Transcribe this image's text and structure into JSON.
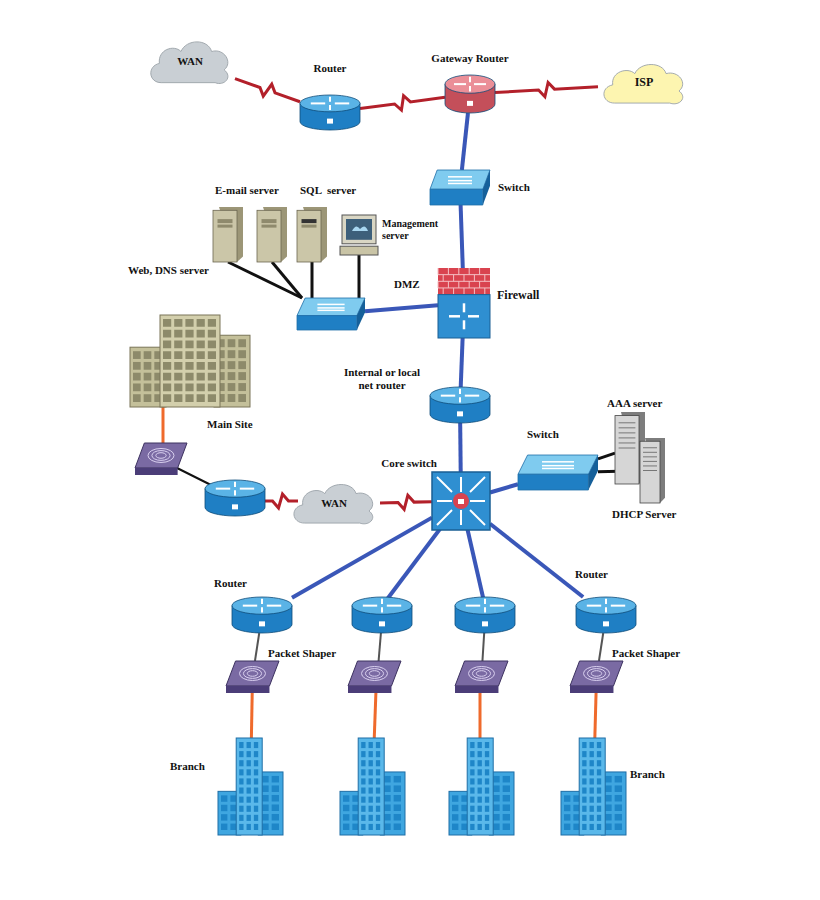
{
  "diagram": {
    "nodes": [
      {
        "text": [
          "WAN"
        ]
      },
      {
        "text": [
          "Router"
        ]
      },
      {
        "text": [
          "Gateway Router"
        ]
      },
      {
        "text": [
          "ISP"
        ]
      },
      {
        "text": [
          "Switch"
        ]
      },
      {
        "text": [
          "Web, DNS server"
        ]
      },
      {
        "text": [
          "E-mail server"
        ]
      },
      {
        "text": [
          "SQL  server"
        ]
      },
      {
        "text": [
          "Management server"
        ]
      },
      {
        "text": [
          "DMZ"
        ]
      },
      {
        "text": [
          "Firewall"
        ]
      },
      {
        "text": [
          "Internal or local net router"
        ]
      },
      {
        "text": [
          "Main Site"
        ]
      },
      {
        "text": [
          "WAN"
        ]
      },
      {
        "text": [
          "Core switch"
        ]
      },
      {
        "text": [
          "Switch"
        ]
      },
      {
        "text": [
          "AAA server"
        ]
      },
      {
        "text": [
          "DHCP Server"
        ]
      },
      {
        "text": [
          "Router"
        ]
      },
      {
        "text": [
          "Packet Shaper"
        ]
      },
      {
        "text": [
          "Branch"
        ]
      },
      {
        "text": [
          "Router"
        ]
      },
      {
        "text": [
          "Packet Shaper"
        ]
      },
      {
        "text": [
          "Branch"
        ]
      }
    ],
    "edges": [
      {
        "from": 0,
        "to": 1,
        "arrow": "none"
      },
      {
        "from": 1,
        "to": 2,
        "arrow": "none"
      },
      {
        "from": 2,
        "to": 3,
        "arrow": "none"
      },
      {
        "from": 2,
        "to": 4,
        "arrow": "none"
      },
      {
        "from": 4,
        "to": 10,
        "arrow": "none"
      },
      {
        "from": 10,
        "to": 9,
        "arrow": "none"
      },
      {
        "from": 9,
        "to": 5,
        "arrow": "none"
      },
      {
        "from": 9,
        "to": 6,
        "arrow": "none"
      },
      {
        "from": 9,
        "to": 7,
        "arrow": "none"
      },
      {
        "from": 9,
        "to": 8,
        "arrow": "none"
      },
      {
        "from": 10,
        "to": 11,
        "arrow": "none"
      },
      {
        "from": 11,
        "to": 14,
        "arrow": "none"
      },
      {
        "from": 14,
        "to": 15,
        "arrow": "none"
      },
      {
        "from": 15,
        "to": 16,
        "arrow": "none"
      },
      {
        "from": 15,
        "to": 17,
        "arrow": "none"
      },
      {
        "from": 14,
        "to": 13,
        "arrow": "none"
      },
      {
        "from": 14,
        "to": 18,
        "arrow": "none"
      },
      {
        "from": 14,
        "to": 21,
        "arrow": "none"
      },
      {
        "from": 18,
        "to": 19,
        "arrow": "none"
      },
      {
        "from": 19,
        "to": 20,
        "arrow": "none"
      },
      {
        "from": 21,
        "to": 22,
        "arrow": "none"
      },
      {
        "from": 22,
        "to": 23,
        "arrow": "none"
      }
    ]
  }
}
